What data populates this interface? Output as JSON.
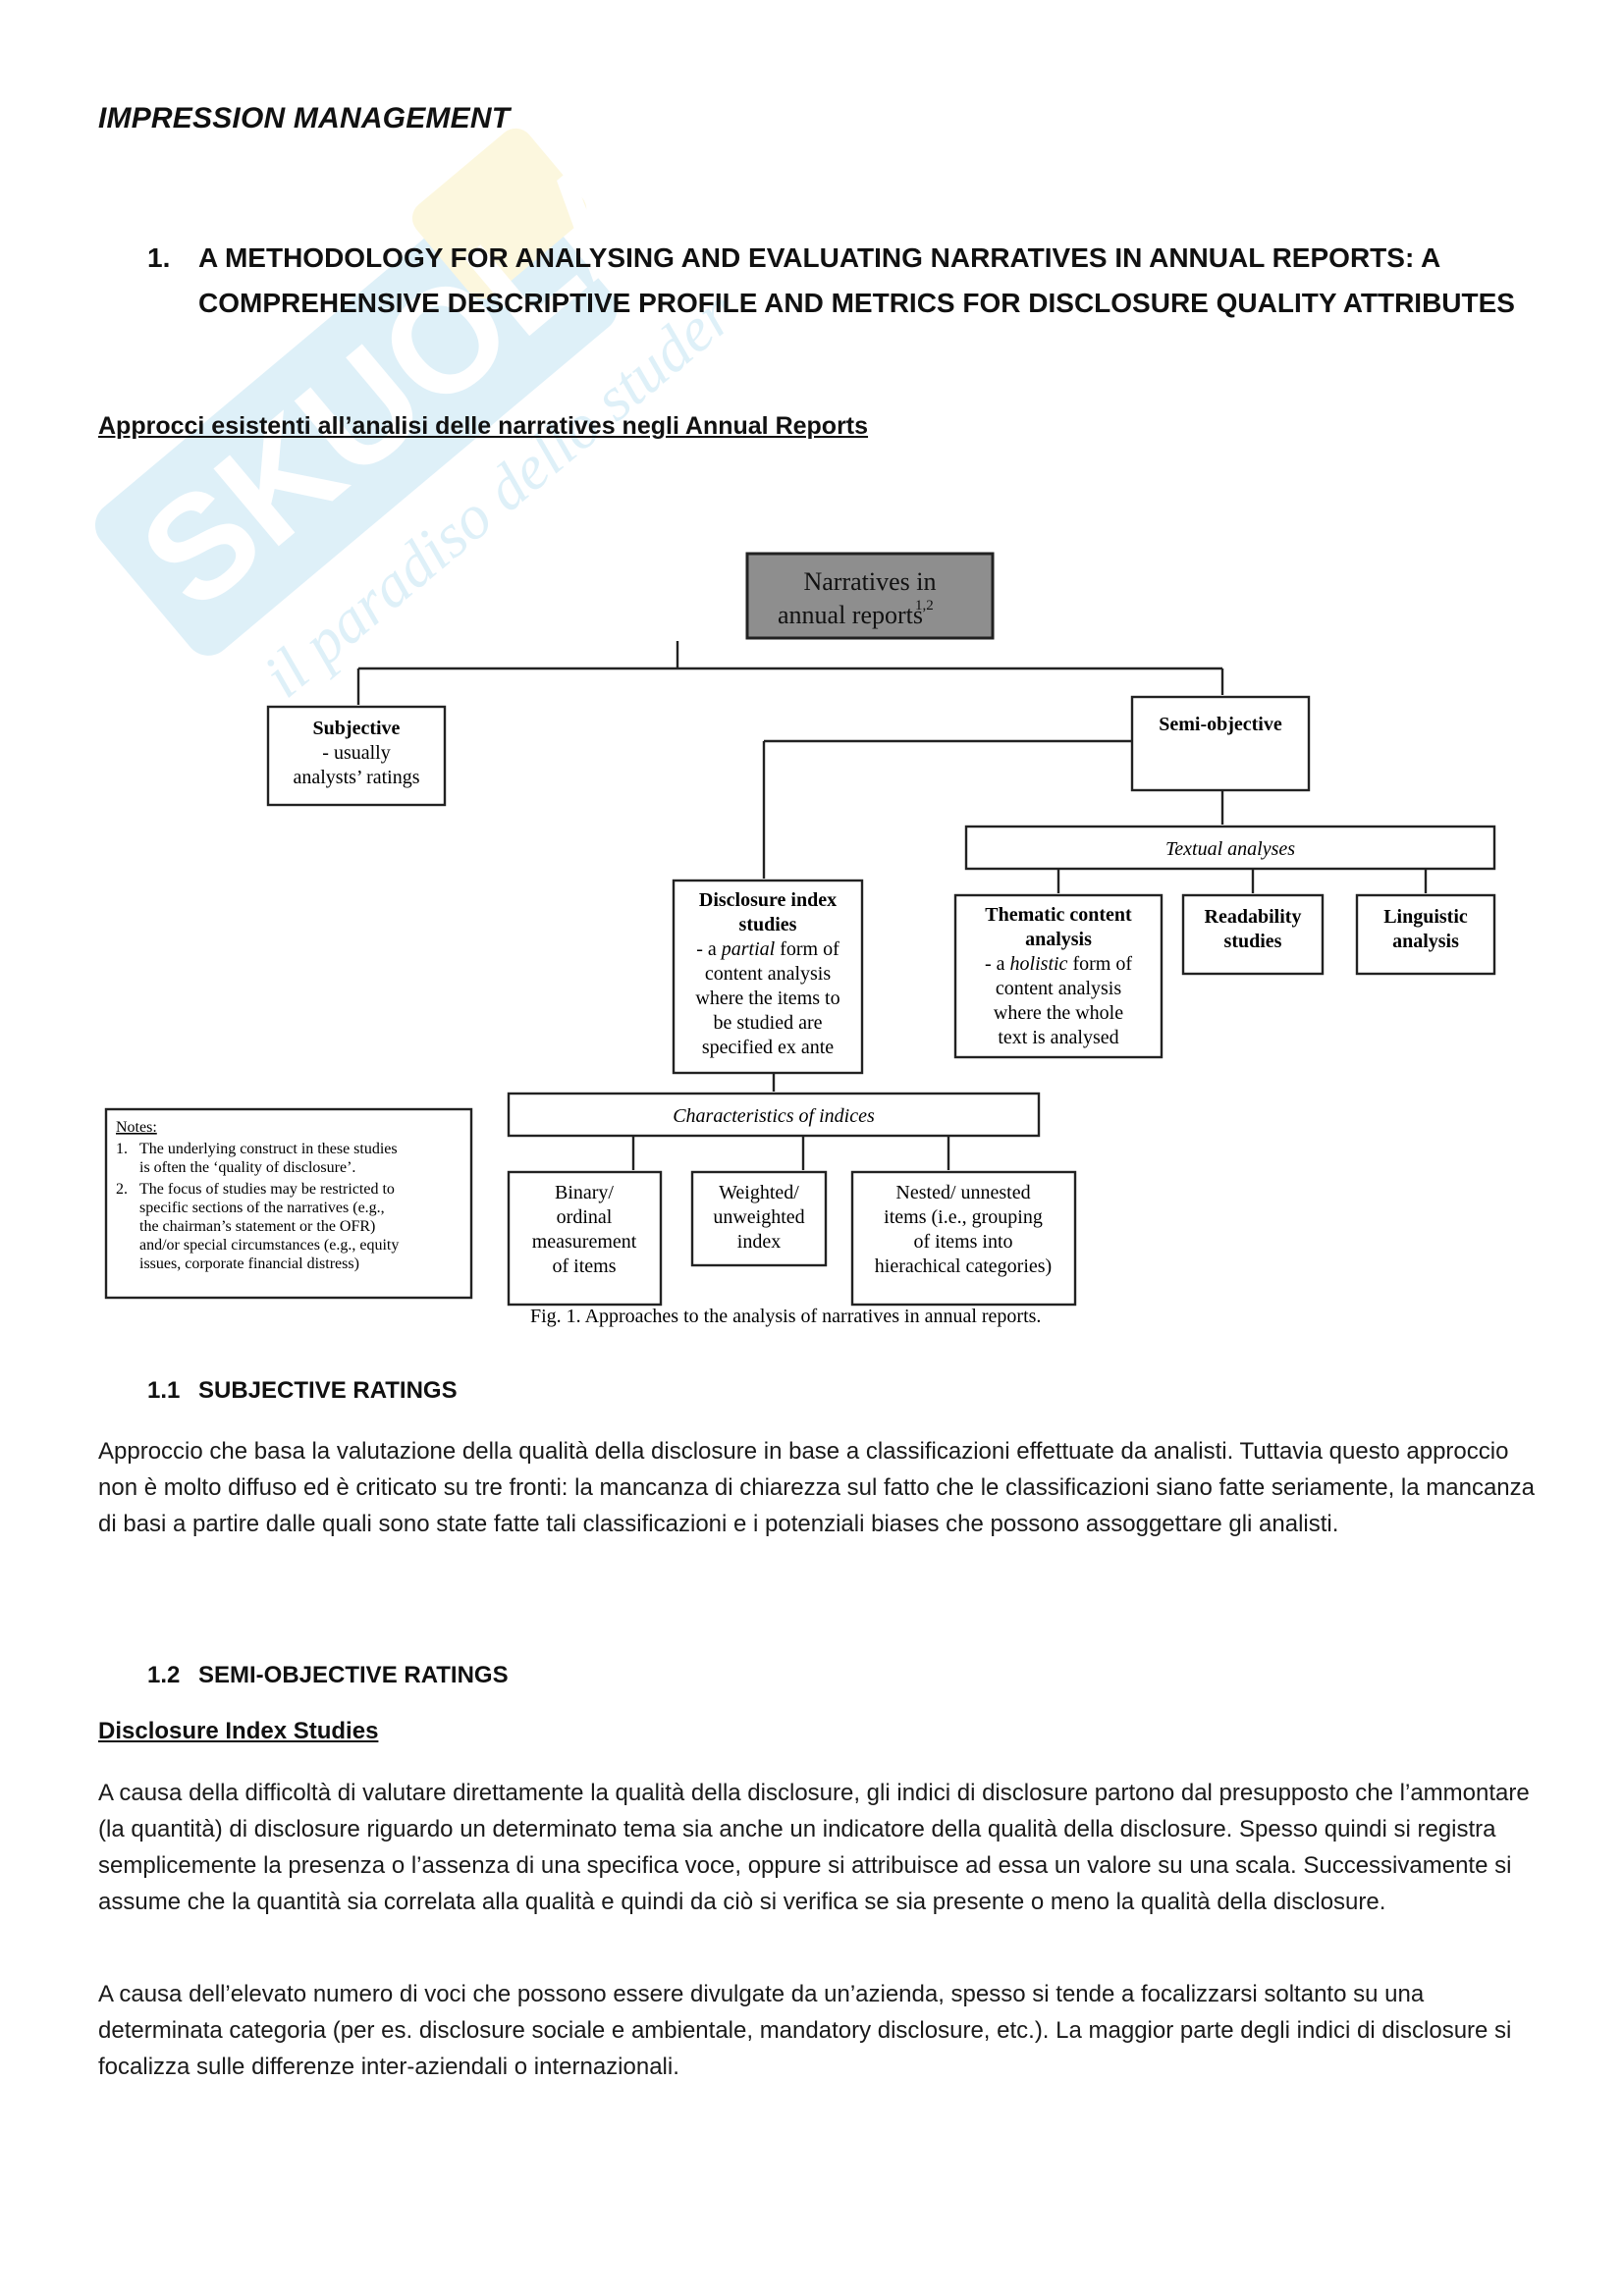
{
  "watermark": {
    "brand": "SKUOLA.net",
    "tagline": "il paradiso dello studente"
  },
  "doc": {
    "title": "IMPRESSION MANAGEMENT",
    "section1": {
      "number": "1.",
      "title": "A METHODOLOGY FOR ANALYSING AND EVALUATING NARRATIVES IN ANNUAL REPORTS: A COMPREHENSIVE DESCRIPTIVE PROFILE AND METRICS FOR DISCLOSURE QUALITY ATTRIBUTES"
    },
    "approaches_heading": "Approcci esistenti all’analisi delle narratives negli Annual Reports",
    "figure": {
      "root_line1": "Narratives in",
      "root_line2": "annual reports",
      "root_sup": "1,2",
      "subjective_title": "Subjective",
      "subjective_line1": "- usually",
      "subjective_line2": "analysts’ ratings",
      "semi_objective": "Semi-objective",
      "textual_analyses": "Textual analyses",
      "disclosure_title1": "Disclosure index",
      "disclosure_title2": "studies",
      "disclosure_l1_pre": "- a ",
      "disclosure_l1_it": "partial",
      "disclosure_l1_post": " form of",
      "disclosure_l2": "content analysis",
      "disclosure_l3": "where the items to",
      "disclosure_l4": "be studied are",
      "disclosure_l5": "specified ex ante",
      "thematic_title1": "Thematic content",
      "thematic_title2": "analysis",
      "thematic_l1_pre": "- a ",
      "thematic_l1_it": "holistic",
      "thematic_l1_post": " form of",
      "thematic_l2": "content analysis",
      "thematic_l3": "where the whole",
      "thematic_l4": "text is analysed",
      "readability_1": "Readability",
      "readability_2": "studies",
      "linguistic_1": "Linguistic",
      "linguistic_2": "analysis",
      "characteristics": "Characteristics of indices",
      "binary_1": "Binary/",
      "binary_2": "ordinal",
      "binary_3": "measurement",
      "binary_4": "of items",
      "weighted_1": "Weighted/",
      "weighted_2": "unweighted",
      "weighted_3": "index",
      "nested_1": "Nested/ unnested",
      "nested_2": "items (i.e., grouping",
      "nested_3": "of items into",
      "nested_4": "hierachical categories)",
      "notes_title": "Notes:",
      "note1_num": "1.",
      "note1_l1": "The underlying construct in these studies",
      "note1_l2": "is often the ‘quality of disclosure’.",
      "note2_num": "2.",
      "note2_l1": "The focus of studies may be restricted to",
      "note2_l2": "specific sections of the narratives (e.g.,",
      "note2_l3": "the chairman’s statement or the OFR)",
      "note2_l4": "and/or special circumstances (e.g., equity",
      "note2_l5": "issues, corporate financial distress)",
      "caption": "Fig. 1.  Approaches to the analysis of narratives in annual reports."
    },
    "sub1": {
      "number": "1.1",
      "title": "SUBJECTIVE RATINGS"
    },
    "para1": "Approccio che basa la valutazione della qualità della disclosure in base a classificazioni effettuate da analisti. Tuttavia questo approccio non è molto diffuso ed è criticato su tre fronti: la mancanza di chiarezza sul fatto che le classificazioni siano fatte seriamente, la mancanza di basi a partire dalle quali sono state fatte tali classificazioni e i potenziali biases che possono assoggettare gli analisti.",
    "sub2": {
      "number": "1.2",
      "title": "SEMI-OBJECTIVE RATINGS"
    },
    "disclosure_heading": "Disclosure Index Studies",
    "para2": "A causa della difficoltà di valutare direttamente la qualità della disclosure, gli indici di disclosure partono dal presupposto che l’ammontare (la quantità) di disclosure riguardo un determinato tema sia anche un indicatore della qualità della disclosure. Spesso quindi si registra semplicemente la presenza o l’assenza di una specifica voce, oppure si attribuisce ad essa un valore su una scala. Successivamente si assume che la quantità sia correlata alla qualità e quindi da ciò si verifica se sia presente o meno la qualità della disclosure.",
    "para3": "A causa dell’elevato numero di voci che possono essere divulgate da un’azienda, spesso si tende a focalizzarsi soltanto su una determinata categoria (per es. disclosure sociale e ambientale, mandatory disclosure, etc.). La maggior parte degli indici di disclosure si focalizza sulle differenze inter-aziendali o internazionali."
  }
}
